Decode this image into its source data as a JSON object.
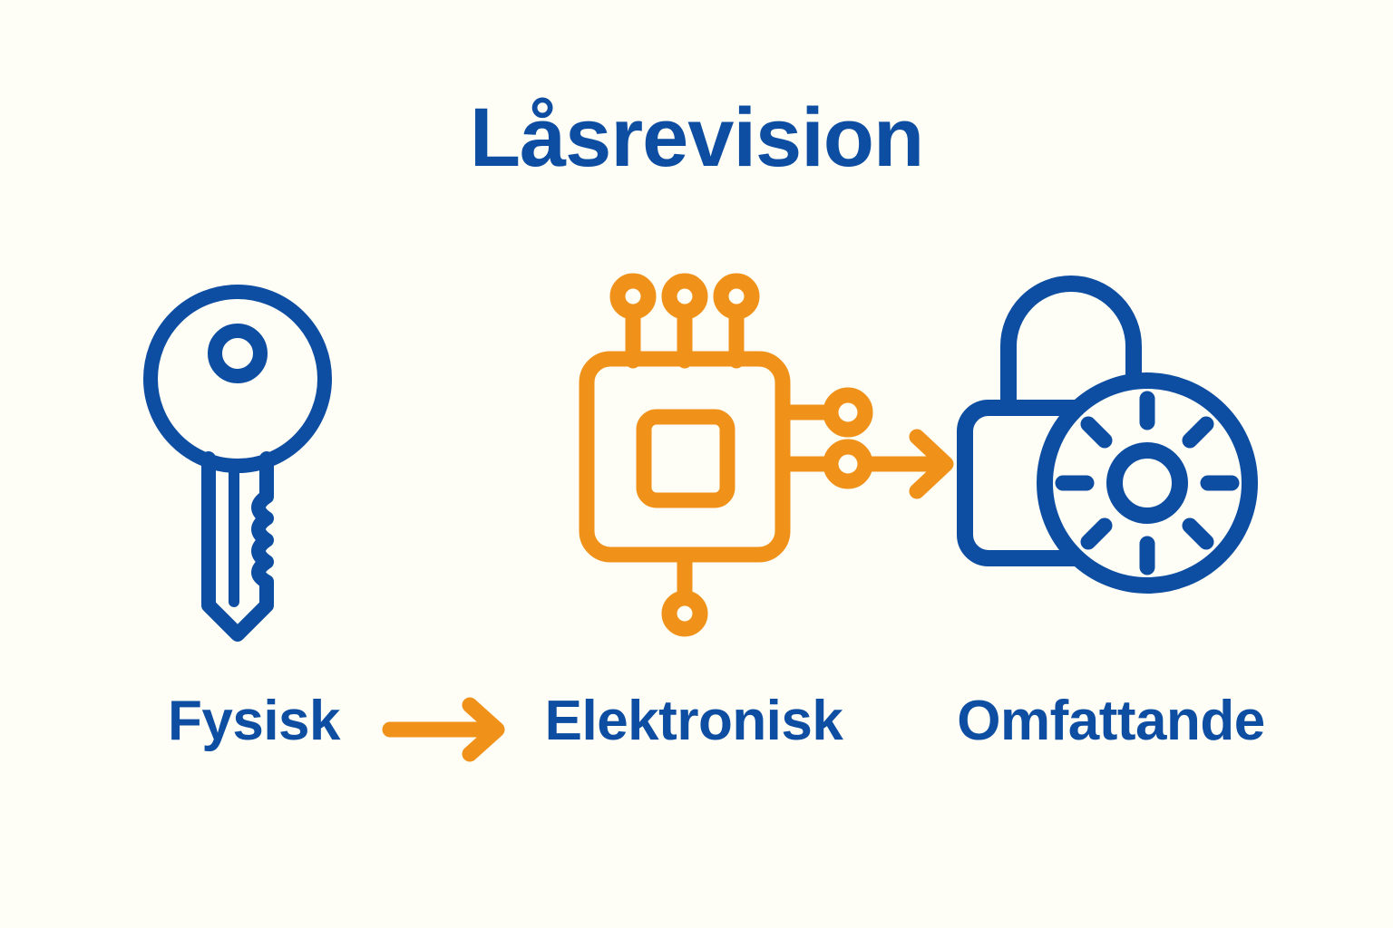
{
  "page": {
    "background_color": "#fefdf6",
    "title": "Låsrevision"
  },
  "colors": {
    "blue": "#0d4ea2",
    "orange": "#f09219",
    "background": "#fefdf6"
  },
  "steps": [
    {
      "label": "Fysisk",
      "icon": "key-icon",
      "icon_color": "#0d4ea2"
    },
    {
      "label": "Elektronisk",
      "icon": "microchip-icon",
      "icon_color": "#f09219"
    },
    {
      "label": "Omfattande",
      "icon": "padlock-dial-icon",
      "icon_color": "#0d4ea2"
    }
  ],
  "connectors": [
    {
      "name": "arrow-key-to-chip",
      "icon": "arrow-right-icon",
      "color": "#f09219"
    },
    {
      "name": "arrow-chip-to-lock",
      "icon": "arrow-right-icon",
      "color": "#f09219"
    }
  ]
}
